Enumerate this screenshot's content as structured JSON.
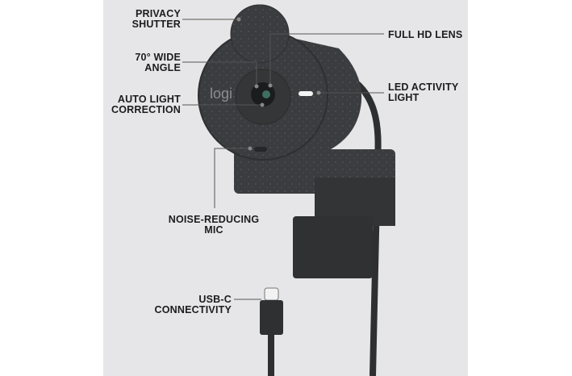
{
  "product": {
    "logo_text": "logi",
    "colors": {
      "body": "#3a3b3e",
      "background": "#e6e6e8",
      "led": "#f4f4f4"
    }
  },
  "callouts": {
    "privacy_shutter": [
      "PRIVACY",
      "SHUTTER"
    ],
    "wide_angle": [
      "70° WIDE",
      "ANGLE"
    ],
    "auto_light": [
      "AUTO LIGHT",
      "CORRECTION"
    ],
    "full_hd": [
      "FULL HD LENS"
    ],
    "led": [
      "LED ACTIVITY",
      "LIGHT"
    ],
    "mic": [
      "NOISE-REDUCING",
      "MIC"
    ],
    "usbc": [
      "USB-C",
      "CONNECTIVITY"
    ]
  }
}
